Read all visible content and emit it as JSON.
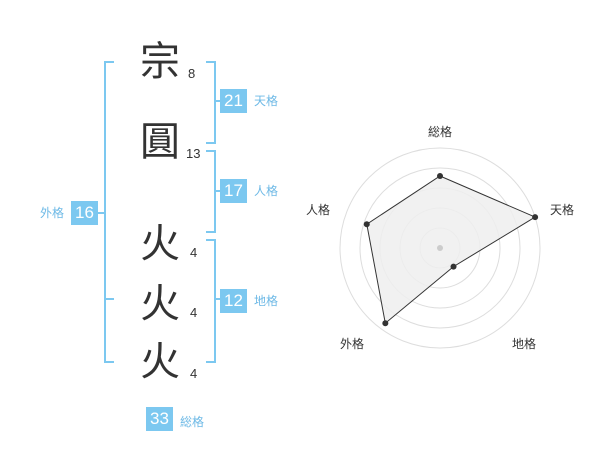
{
  "name": {
    "chars": [
      {
        "char": "宗",
        "strokes": "8"
      },
      {
        "char": "圓",
        "strokes": "13"
      },
      {
        "char": "火",
        "strokes": "4"
      },
      {
        "char": "火",
        "strokes": "4"
      },
      {
        "char": "火",
        "strokes": "4"
      }
    ]
  },
  "fortunes": {
    "tenkaku": {
      "value": "21",
      "label": "天格"
    },
    "jinkaku": {
      "value": "17",
      "label": "人格"
    },
    "chikaku": {
      "value": "12",
      "label": "地格"
    },
    "gaikaku": {
      "value": "16",
      "label": "外格"
    },
    "soukaku": {
      "value": "33",
      "label": "総格"
    }
  },
  "chart_data": {
    "type": "radar",
    "axes": [
      "総格",
      "天格",
      "地格",
      "外格",
      "人格"
    ],
    "values": [
      0.72,
      1.0,
      0.23,
      0.93,
      0.77
    ],
    "grid": true,
    "colors": {
      "fill": "#eeeeee",
      "line": "#333333",
      "grid": "#dddddd",
      "center": "#cccccc"
    }
  }
}
